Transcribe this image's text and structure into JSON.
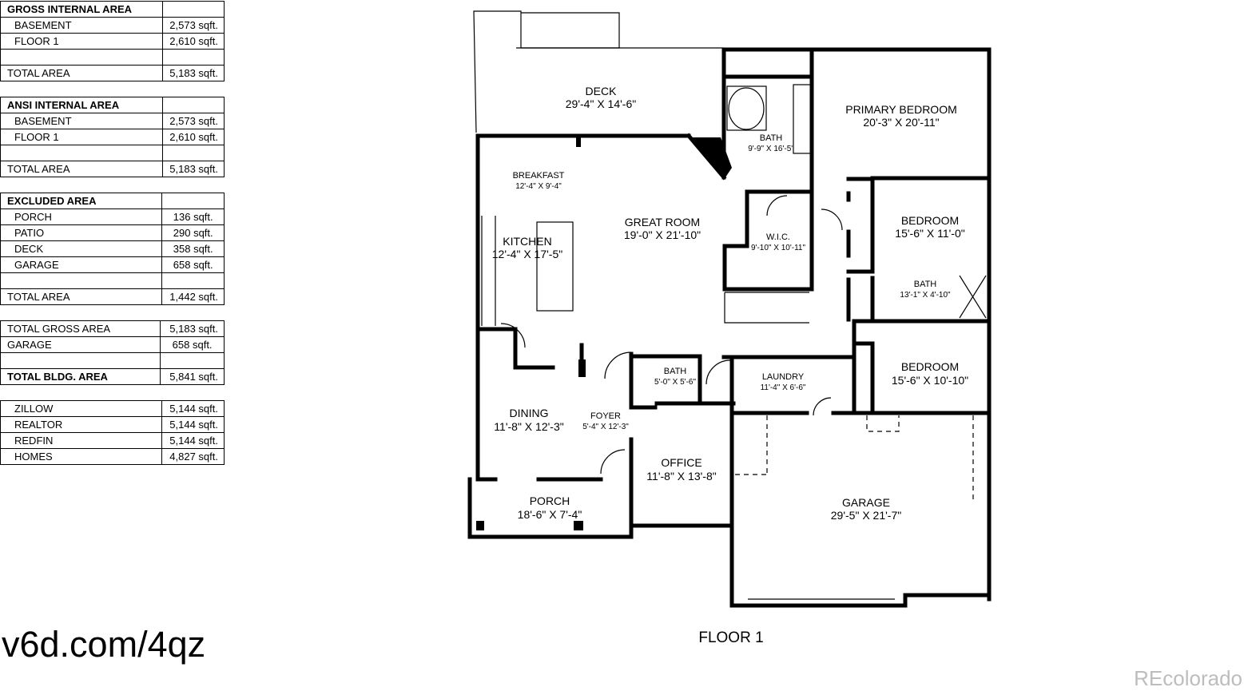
{
  "tables": {
    "gross": {
      "title": "GROSS INTERNAL AREA",
      "rows": [
        {
          "label": "BASEMENT",
          "value": "2,573 sqft."
        },
        {
          "label": "FLOOR 1",
          "value": "2,610 sqft."
        }
      ],
      "total_label": "TOTAL AREA",
      "total_value": "5,183 sqft."
    },
    "ansi": {
      "title": "ANSI INTERNAL AREA",
      "rows": [
        {
          "label": "BASEMENT",
          "value": "2,573 sqft."
        },
        {
          "label": "FLOOR 1",
          "value": "2,610 sqft."
        }
      ],
      "total_label": "TOTAL AREA",
      "total_value": "5,183 sqft."
    },
    "excluded": {
      "title": "EXCLUDED AREA",
      "rows": [
        {
          "label": "PORCH",
          "value": "136 sqft."
        },
        {
          "label": "PATIO",
          "value": "290 sqft."
        },
        {
          "label": "DECK",
          "value": "358 sqft."
        },
        {
          "label": "GARAGE",
          "value": "658 sqft."
        }
      ],
      "total_label": "TOTAL AREA",
      "total_value": "1,442 sqft."
    },
    "totals": {
      "gross_label": "TOTAL GROSS AREA",
      "gross_value": "5,183 sqft.",
      "garage_label": "GARAGE",
      "garage_value": "658 sqft.",
      "bldg_label": "TOTAL BLDG. AREA",
      "bldg_value": "5,841 sqft."
    },
    "sites": {
      "rows": [
        {
          "label": "ZILLOW",
          "value": "5,144 sqft."
        },
        {
          "label": "REALTOR",
          "value": "5,144 sqft."
        },
        {
          "label": "REDFIN",
          "value": "5,144 sqft."
        },
        {
          "label": "HOMES",
          "value": "4,827 sqft."
        }
      ]
    }
  },
  "shortlink": "v6d.com/4qz",
  "floor_label": "FLOOR 1",
  "watermark": "REcolorado",
  "rooms": {
    "deck": {
      "name": "DECK",
      "dims": "29'-4\" X 14'-6\""
    },
    "primary_bedroom": {
      "name": "PRIMARY BEDROOM",
      "dims": "20'-3\" X 20'-11\""
    },
    "primary_bath": {
      "name": "BATH",
      "dims": "9'-9\" X 16'-5\""
    },
    "breakfast": {
      "name": "BREAKFAST",
      "dims": "12'-4\" X 9'-4\""
    },
    "great_room": {
      "name": "GREAT ROOM",
      "dims": "19'-0\" X 21'-10\""
    },
    "kitchen": {
      "name": "KITCHEN",
      "dims": "12'-4\" X 17'-5\""
    },
    "wic": {
      "name": "W.I.C.",
      "dims": "9'-10\" X 10'-11\""
    },
    "bedroom_2": {
      "name": "BEDROOM",
      "dims": "15'-6\" X 11'-0\""
    },
    "bath_2": {
      "name": "BATH",
      "dims": "13'-1\" X 4'-10\""
    },
    "bedroom_3": {
      "name": "BEDROOM",
      "dims": "15'-6\" X 10'-10\""
    },
    "half_bath": {
      "name": "BATH",
      "dims": "5'-0\" X 5'-6\""
    },
    "laundry": {
      "name": "LAUNDRY",
      "dims": "11'-4\" X 6'-6\""
    },
    "dining": {
      "name": "DINING",
      "dims": "11'-8\" X 12'-3\""
    },
    "foyer": {
      "name": "FOYER",
      "dims": "5'-4\" X 12'-3\""
    },
    "office": {
      "name": "OFFICE",
      "dims": "11'-8\" X 13'-8\""
    },
    "garage": {
      "name": "GARAGE",
      "dims": "29'-5\" X 21'-7\""
    },
    "porch": {
      "name": "PORCH",
      "dims": "18'-6\" X 7'-4\""
    }
  }
}
